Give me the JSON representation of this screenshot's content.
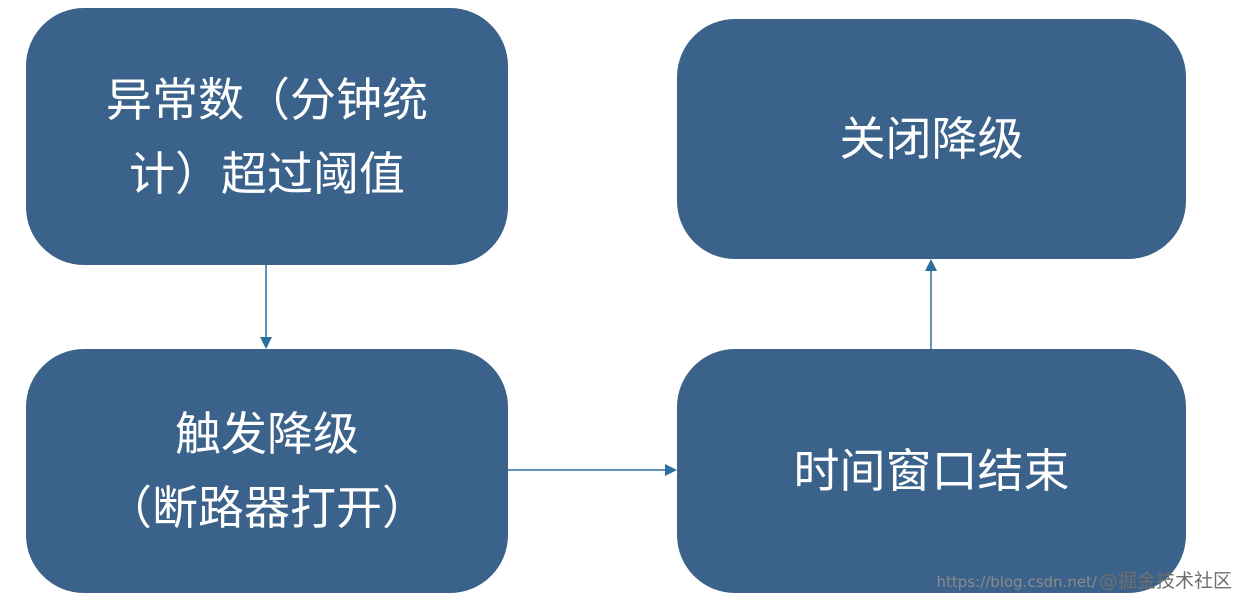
{
  "nodes": {
    "exception_threshold": {
      "line1": "异常数（分钟统",
      "line2": "计）超过阈值"
    },
    "trigger_degrade": {
      "line1": "触发降级",
      "line2": "（断路器打开）"
    },
    "time_window_end": {
      "line1": "时间窗口结束"
    },
    "close_degrade": {
      "line1": "关闭降级"
    }
  },
  "watermark": {
    "url": "https://blog.csdn.net/",
    "brand": "@掘金技术社区"
  },
  "colors": {
    "node_fill": "#3a628a",
    "node_text": "#ffffff",
    "edge": "#2e6fa0"
  }
}
